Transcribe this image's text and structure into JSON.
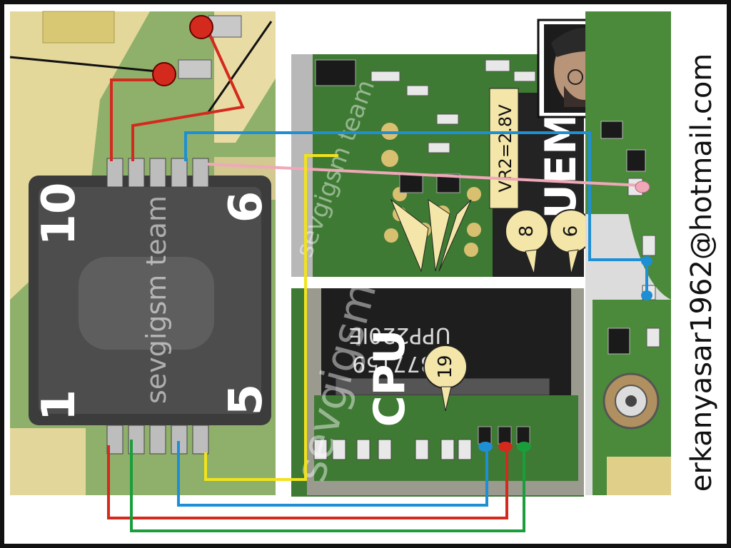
{
  "chip": {
    "pin_top_left": "10",
    "pin_top_right": "6",
    "pin_bottom_left": "1",
    "pin_bottom_right": "5"
  },
  "uem": {
    "label": "UEM",
    "voltage_label": "VR2=2.8V",
    "pins": [
      "8",
      "6"
    ]
  },
  "cpu": {
    "label": "CPU",
    "marking_line1": "UPP220IE",
    "marking_line2": "4377159",
    "pin": "19"
  },
  "watermarks": [
    "sevgigsm team",
    "sevgigsm team",
    "sevgigsm"
  ],
  "email": "erkanyasar1962@hotmail.com",
  "colors": {
    "red": "#d42a1e",
    "blue": "#1e8fd4",
    "yellow": "#f2e21a",
    "green": "#1a9e3c",
    "pink": "#f0a8b8",
    "label_bubble": "#f3e6a8",
    "pcb_green": "#4a8a3a"
  }
}
